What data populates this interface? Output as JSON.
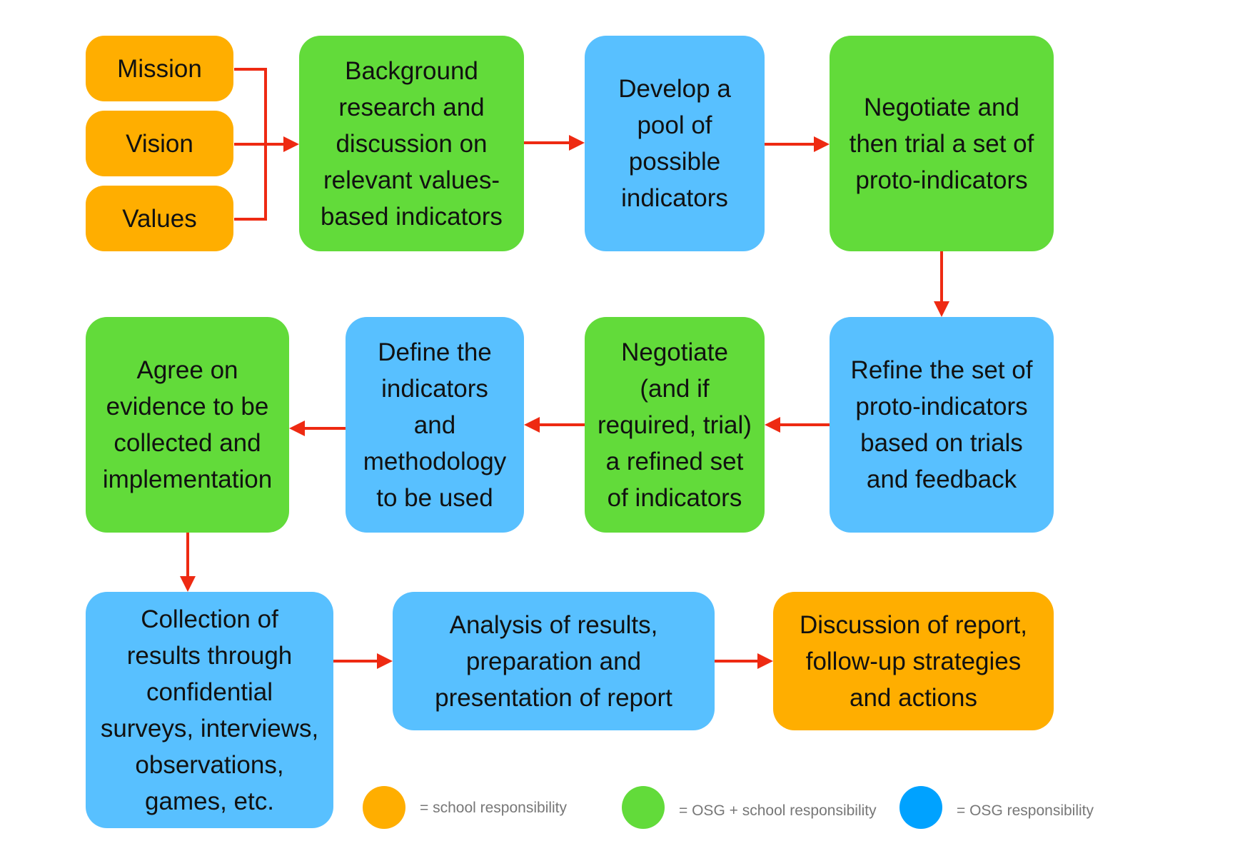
{
  "colors": {
    "school": "#FFAE00",
    "osg_school": "#62DB3A",
    "osg": "#58C0FF",
    "osg_legend": "#00A2FF",
    "arrow": "#EE2A12"
  },
  "inputs": {
    "mission": "Mission",
    "vision": "Vision",
    "values": "Values"
  },
  "steps": [
    {
      "id": "background",
      "text": "Background\nresearch and\ndiscussion on\nrelevant values-\nbased indicators",
      "responsibility": "OSG + school"
    },
    {
      "id": "develop",
      "text": "Develop a\npool of\npossible\nindicators",
      "responsibility": "OSG"
    },
    {
      "id": "negotiate-trial",
      "text": "Negotiate and\nthen trial a set of\nproto-indicators",
      "responsibility": "OSG + school"
    },
    {
      "id": "refine",
      "text": "Refine the set of\nproto-indicators\nbased on trials\nand feedback",
      "responsibility": "OSG"
    },
    {
      "id": "negotiate-refined",
      "text": "Negotiate\n(and if\nrequired, trial)\na refined set\nof indicators",
      "responsibility": "OSG + school"
    },
    {
      "id": "define",
      "text": "Define the\nindicators\nand\nmethodology\nto be used",
      "responsibility": "OSG"
    },
    {
      "id": "agree",
      "text": "Agree on\nevidence to be\ncollected and\nimplementation",
      "responsibility": "OSG + school"
    },
    {
      "id": "collection",
      "text": "Collection of\nresults through\nconfidential\nsurveys, interviews,\nobservations,\ngames, etc.",
      "responsibility": "OSG"
    },
    {
      "id": "analysis",
      "text": "Analysis of results,\npreparation and\npresentation of report",
      "responsibility": "OSG"
    },
    {
      "id": "discussion",
      "text": "Discussion of report,\nfollow-up strategies\nand actions",
      "responsibility": "school"
    }
  ],
  "legend": [
    {
      "label": "= school responsibility",
      "color": "#FFAE00"
    },
    {
      "label": "= OSG + school responsibility",
      "color": "#62DB3A"
    },
    {
      "label": "= OSG responsibility",
      "color": "#00A2FF"
    }
  ]
}
